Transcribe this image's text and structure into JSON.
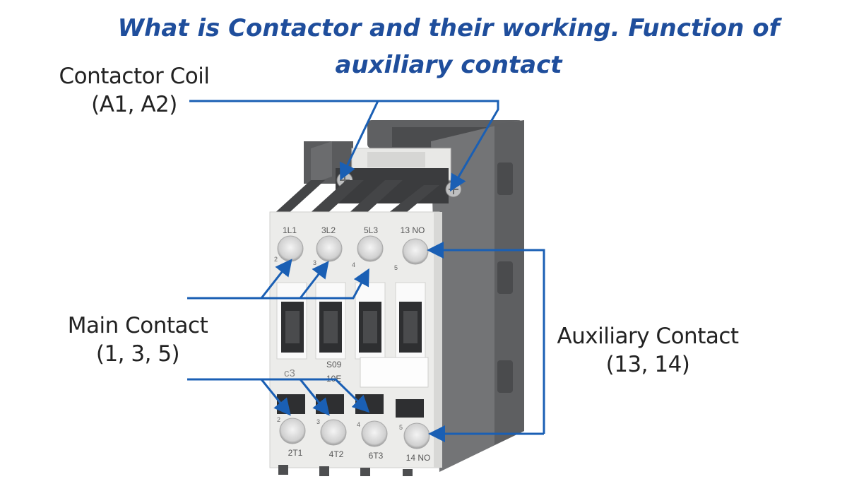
{
  "title": "What is Contactor and their working. Function of auxiliary contact",
  "labels": {
    "coil": {
      "line1": "Contactor Coil",
      "line2": "(A1, A2)"
    },
    "main": {
      "line1": "Main Contact",
      "line2": "(1, 3, 5)"
    },
    "aux": {
      "line1": "Auxiliary Contact",
      "line2": "(13, 14)"
    }
  },
  "device": {
    "top_terminals": [
      "1L1",
      "3L2",
      "5L3",
      "13 NO"
    ],
    "top_numbers": [
      "2",
      "3",
      "4",
      "5"
    ],
    "bottom_terminals": [
      "2T1",
      "4T2",
      "6T3",
      "14 NO"
    ],
    "bottom_numbers": [
      "2",
      "3",
      "4",
      "5"
    ],
    "model": "S09",
    "model_sub": "10E",
    "brand": "c3"
  },
  "colors": {
    "title": "#1f4e9c",
    "arrow": "#1a5fb4",
    "housing": "#6d6e70",
    "face": "#ececea"
  }
}
